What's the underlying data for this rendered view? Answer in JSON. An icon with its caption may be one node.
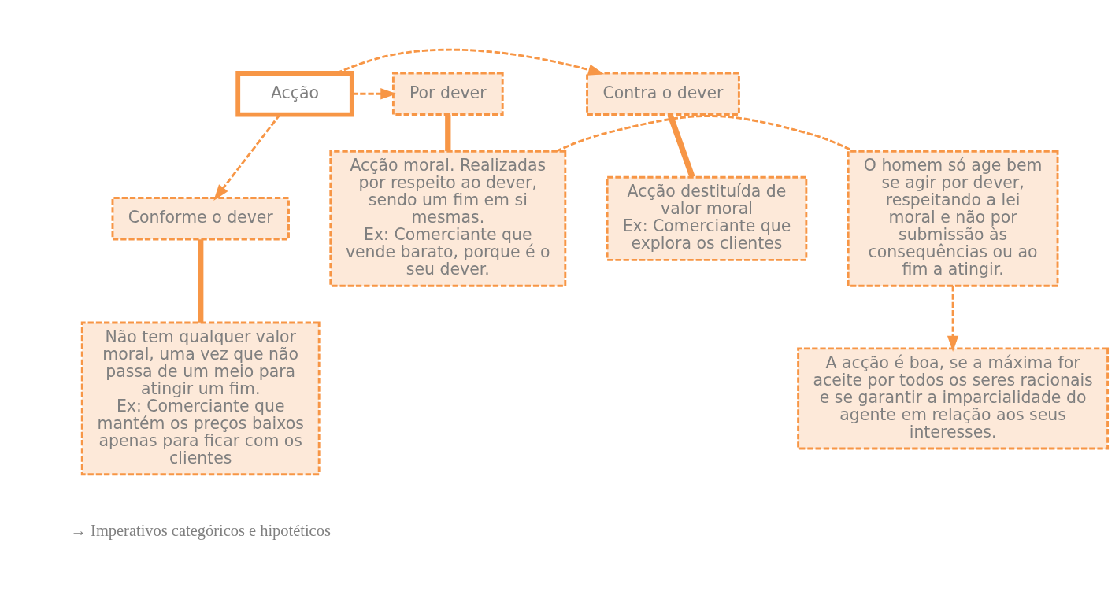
{
  "diagram": {
    "nodes": [
      {
        "text": [
          "Acção"
        ]
      },
      {
        "text": [
          "Contra o dever"
        ]
      },
      {
        "text": [
          "Acção destituída de valor moral",
          "Ex: Comerciante que explora os clientes"
        ]
      },
      {
        "text": [
          "Conforme o dever"
        ]
      },
      {
        "text": [
          "Não tem qualquer valor moral, uma vez que não passa de um meio para atingir um fim.",
          "Ex: Comerciante que mantém os preços baixos apenas para ficar com os clientes"
        ]
      },
      {
        "text": [
          "Por dever"
        ]
      },
      {
        "text": [
          "Acção moral. Realizadas por respeito ao dever, sendo um fim em si mesmas.",
          "Ex: Comerciante que vende barato, porque é o seu dever."
        ]
      },
      {
        "text": [
          "O homem só age bem se agir por dever, respeitando a lei moral e não por submissão às consequências ou ao fim a atingir."
        ]
      },
      {
        "text": [
          "A acção é boa, se a máxima for aceite por todos os seres racionais e se garantir a imparcialidade do agente em relação aos seus interesses."
        ]
      }
    ],
    "edges": [
      {
        "from": 0,
        "to": 1,
        "arrow": "to",
        "style": "dashed"
      },
      {
        "from": 0,
        "to": 5,
        "arrow": "to",
        "style": "dashed"
      },
      {
        "from": 0,
        "to": 3,
        "arrow": "to",
        "style": "dashed"
      },
      {
        "from": 1,
        "to": 2,
        "arrow": "none",
        "style": "thick"
      },
      {
        "from": 3,
        "to": 4,
        "arrow": "none",
        "style": "thick"
      },
      {
        "from": 5,
        "to": 6,
        "arrow": "none",
        "style": "thick"
      },
      {
        "from": 6,
        "to": 7,
        "arrow": "none",
        "style": "dashed"
      },
      {
        "from": 7,
        "to": 8,
        "arrow": "to",
        "style": "dashed"
      }
    ],
    "labels": [
      "→ Imperativos categóricos e hipotéticos"
    ]
  }
}
